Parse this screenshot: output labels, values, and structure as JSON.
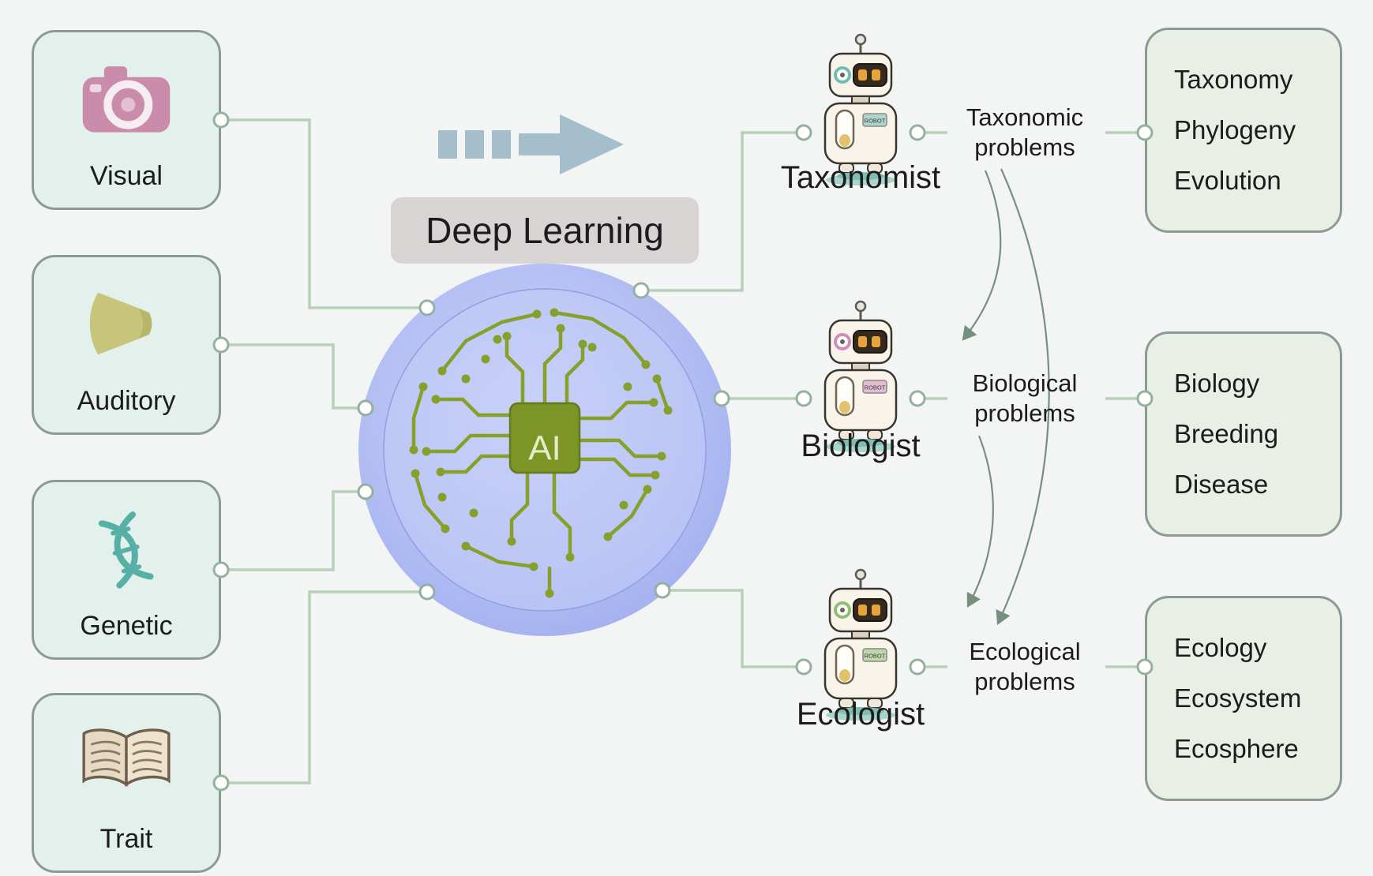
{
  "title": {
    "deep_learning": "Deep Learning"
  },
  "brain": {
    "chip_label": "AI"
  },
  "inputs": [
    {
      "label": "Visual",
      "icon": "camera-icon"
    },
    {
      "label": "Auditory",
      "icon": "speaker-icon"
    },
    {
      "label": "Genetic",
      "icon": "dna-icon"
    },
    {
      "label": "Trait",
      "icon": "book-icon"
    }
  ],
  "robots": [
    {
      "name": "Taxonomist",
      "badge": "ROBOT",
      "accent": "#72bcb1",
      "problem_line1": "Taxonomic",
      "problem_line2": "problems",
      "outputs": [
        "Taxonomy",
        "Phylogeny",
        "Evolution"
      ]
    },
    {
      "name": "Biologist",
      "badge": "ROBOT",
      "accent": "#cf8fbe",
      "problem_line1": "Biological",
      "problem_line2": "problems",
      "outputs": [
        "Biology",
        "Breeding",
        "Disease"
      ]
    },
    {
      "name": "Ecologist",
      "badge": "ROBOT",
      "accent": "#8fbf77",
      "problem_line1": "Ecological",
      "problem_line2": "problems",
      "outputs": [
        "Ecology",
        "Ecosystem",
        "Ecosphere"
      ]
    }
  ],
  "colors": {
    "bg": "#f2f5f3",
    "line": "#b8cfba",
    "nodeStroke": "#94b09e",
    "inputFill": "#e4f0ec",
    "outFill": "#e9efe4",
    "boxBorder": "#8a9b95",
    "titleFill": "#d8d4d3",
    "curveArrow": "#76907f",
    "circuit": "#87a02c",
    "flowArrow": "#a4becb",
    "brainOuter": "#a9b6f0"
  }
}
